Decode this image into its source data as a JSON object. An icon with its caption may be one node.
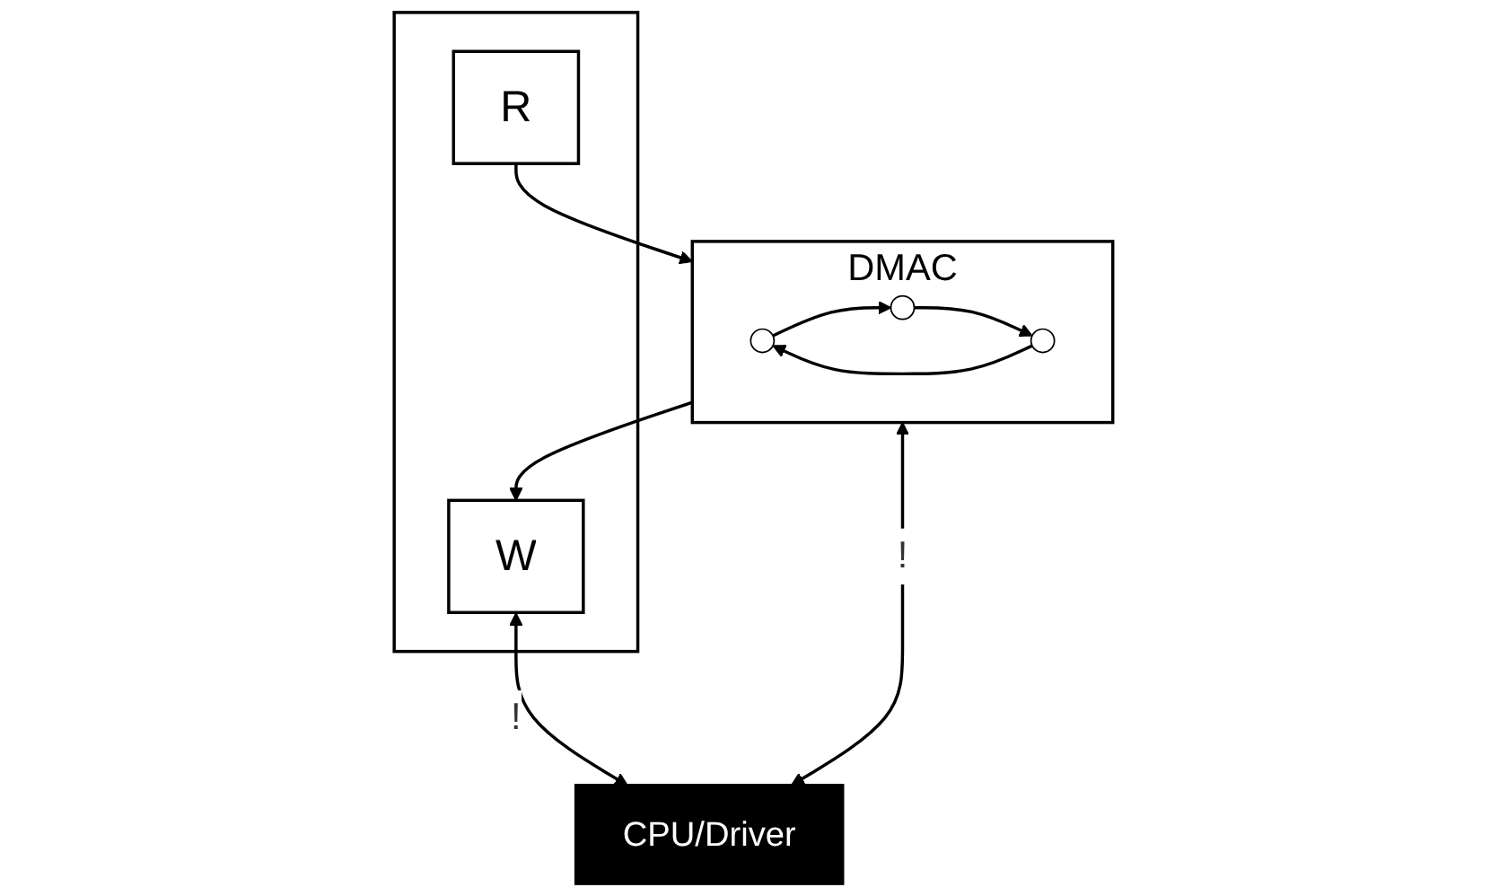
{
  "diagram": {
    "nodes": [
      {
        "text": [],
        "shape": "box"
      },
      {
        "text": [
          "W"
        ],
        "in": 0
      },
      {
        "text": [
          "R"
        ],
        "in": 0
      },
      {
        "text": [
          "CPU/Driver"
        ]
      },
      {
        "text": [
          "DMAC"
        ]
      },
      {
        "text": [],
        "shape": "circle",
        "in": 4
      },
      {
        "text": [],
        "shape": "circle",
        "in": 4
      },
      {
        "text": [],
        "shape": "circle",
        "in": 4
      }
    ],
    "edges": [
      {
        "from": 1,
        "to": 3,
        "arrow": "both",
        "label": "!"
      },
      {
        "from": 3,
        "to": 4,
        "arrow": "both",
        "label": "!"
      },
      {
        "from": 4,
        "to": 1,
        "arrow": "to"
      },
      {
        "from": 2,
        "to": 4,
        "arrow": "to"
      },
      {
        "from": 7,
        "to": 6,
        "arrow": "to"
      },
      {
        "from": 6,
        "to": 5,
        "arrow": "to"
      },
      {
        "from": 5,
        "to": 7,
        "arrow": "to"
      }
    ]
  }
}
